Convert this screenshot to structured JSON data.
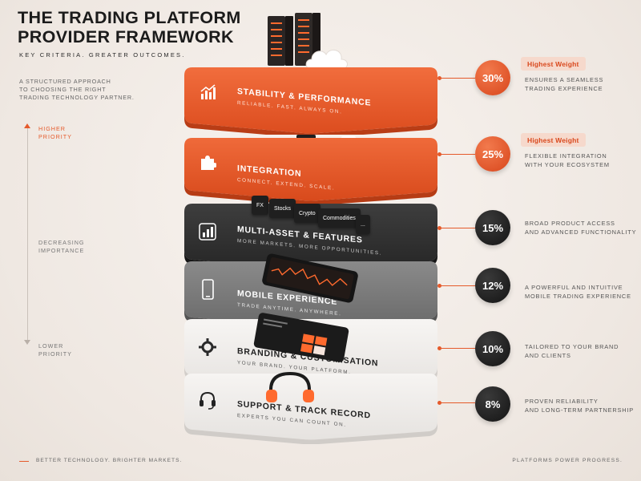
{
  "header": {
    "title_line1": "THE TRADING PLATFORM",
    "title_line2": "PROVIDER FRAMEWORK",
    "subtitle": "KEY CRITERIA. GREATER OUTCOMES.",
    "intro_line1": "A STRUCTURED APPROACH",
    "intro_line2": "TO CHOOSING THE RIGHT",
    "intro_line3": "TRADING TECHNOLOGY PARTNER."
  },
  "scale": {
    "high_line1": "HIGHER",
    "high_line2": "PRIORITY",
    "mid_line1": "DECREASING",
    "mid_line2": "IMPORTANCE",
    "low_line1": "LOWER",
    "low_line2": "PRIORITY"
  },
  "layers": [
    {
      "title": "STABILITY & PERFORMANCE",
      "tagline": "RELIABLE. FAST. ALWAYS ON.",
      "percent": "30%",
      "badge": "Highest Weight",
      "desc_line1": "ENSURES A SEAMLESS",
      "desc_line2": "TRADING EXPERIENCE",
      "icon": "bar-chart-icon"
    },
    {
      "title": "INTEGRATION",
      "tagline": "CONNECT. EXTEND. SCALE.",
      "percent": "25%",
      "badge": "Highest Weight",
      "desc_line1": "FLEXIBLE INTEGRATION",
      "desc_line2": "WITH YOUR ECOSYSTEM",
      "icon": "puzzle-icon"
    },
    {
      "title": "MULTI-ASSET & FEATURES",
      "tagline": "MORE MARKETS. MORE OPPORTUNITIES.",
      "percent": "15%",
      "desc_line1": "BROAD PRODUCT ACCESS",
      "desc_line2": "AND ADVANCED FUNCTIONALITY",
      "icon": "bar-chart-icon",
      "chips": [
        "FX",
        "Stocks",
        "Crypto",
        "Commodities",
        "..."
      ]
    },
    {
      "title": "MOBILE EXPERIENCE",
      "tagline": "TRADE ANYTIME. ANYWHERE.",
      "percent": "12%",
      "desc_line1": "A POWERFUL AND INTUITIVE",
      "desc_line2": "MOBILE TRADING EXPERIENCE",
      "icon": "smartphone-icon"
    },
    {
      "title": "BRANDING & CUSTOMISATION",
      "tagline": "YOUR BRAND. YOUR PLATFORM.",
      "percent": "10%",
      "desc_line1": "TAILORED TO YOUR BRAND",
      "desc_line2": "AND CLIENTS",
      "icon": "gear-icon"
    },
    {
      "title": "SUPPORT & TRACK RECORD",
      "tagline": "EXPERTS YOU CAN COUNT ON.",
      "percent": "8%",
      "desc_line1": "PROVEN RELIABILITY",
      "desc_line2": "AND LONG-TERM PARTNERSHIP",
      "icon": "headset-icon"
    }
  ],
  "footer": {
    "left": "BETTER TECHNOLOGY. BRIGHTER MARKETS.",
    "right": "PLATFORMS POWER PROGRESS."
  },
  "colors": {
    "accent": "#e55a2b",
    "dark": "#2b2b2b",
    "mid_grey": "#6e6e6e",
    "light": "#ececec"
  }
}
